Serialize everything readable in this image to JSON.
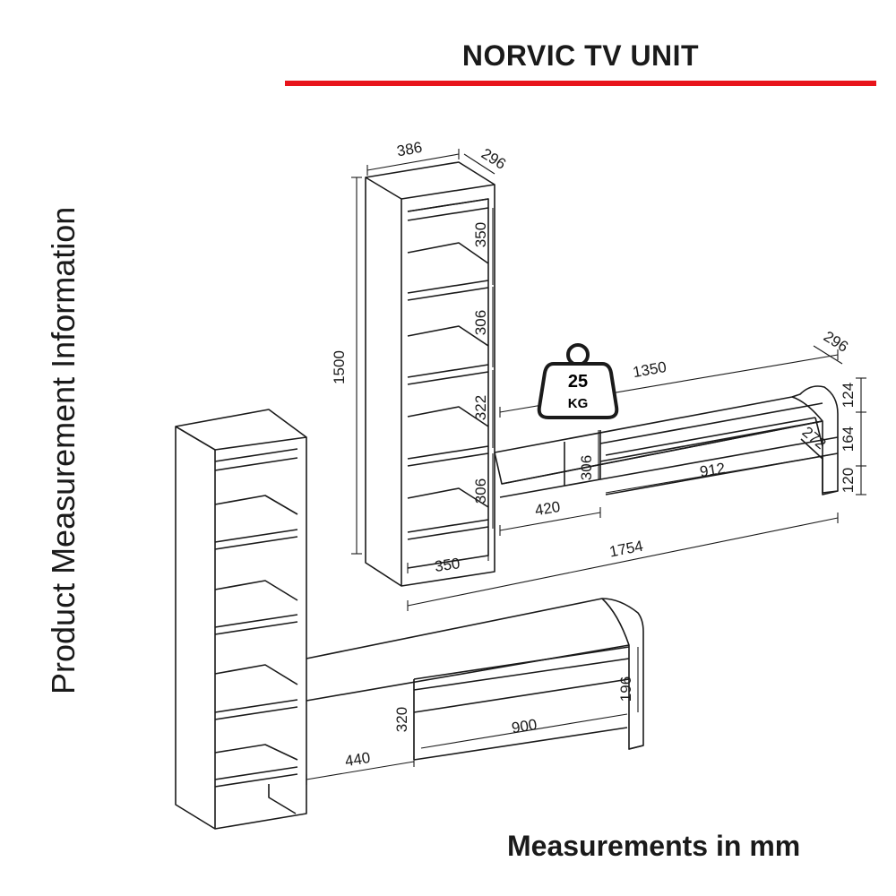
{
  "title": "NORVIC TV UNIT",
  "side_label": "Product Measurement Information",
  "footer": "Measurements in mm",
  "colors": {
    "accent_rule": "#e8141b",
    "line": "#1a1a1a"
  },
  "weight_badge": {
    "value": "25",
    "unit": "KG",
    "icon": "weight-icon"
  },
  "dimensions": {
    "tall_width": "386",
    "tall_depth": "296",
    "tall_height": "1500",
    "tall_shelf_1": "350",
    "tall_shelf_2": "306",
    "tall_shelf_3": "322",
    "tall_shelf_4": "306",
    "tall_base": "350",
    "stand_length": "1350",
    "stand_depth": "296",
    "stand_height_1": "124",
    "stand_height_2": "164",
    "stand_height_3": "120",
    "stand_inner_depth": "272",
    "stand_drawer_width": "912",
    "stand_left_height": "306",
    "stand_left_width": "420",
    "total_width": "1754",
    "lower_height_1": "320",
    "lower_height_2": "196",
    "lower_drawer_width": "900",
    "lower_left_width": "440"
  }
}
